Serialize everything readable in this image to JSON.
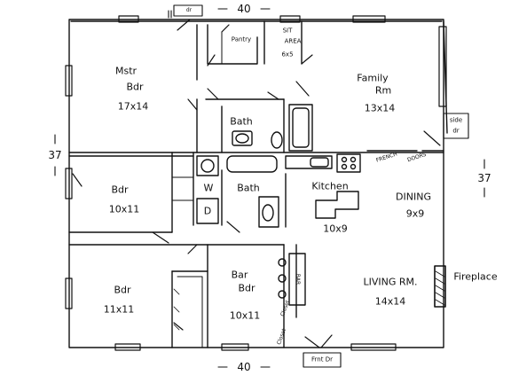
{
  "dimensions": {
    "top": "40",
    "bottom": "40",
    "left": "37",
    "right": "37"
  },
  "rooms": {
    "master_bedroom": {
      "name_line1": "Mstr",
      "name_line2": "Bdr",
      "size": "17x14"
    },
    "pantry": {
      "name": "Pantry"
    },
    "sit_area": {
      "name_line1": "SIT",
      "name_line2": "AREA",
      "size": "6x5"
    },
    "family_room": {
      "name_line1": "Family",
      "name_line2": "Rm",
      "size": "13x14"
    },
    "bath_upper": {
      "name": "Bath"
    },
    "bath_lower": {
      "name": "Bath"
    },
    "bedroom_west": {
      "name": "Bdr",
      "size": "10x11"
    },
    "kitchen": {
      "name": "Kitchen",
      "size": "10x9"
    },
    "dining": {
      "name": "DINING",
      "size": "9x9"
    },
    "bar_bedroom": {
      "name_line1": "Bar",
      "name_line2": "Bdr",
      "size": "10x11"
    },
    "bedroom_sw": {
      "name": "Bdr",
      "size": "11x11"
    },
    "living_room": {
      "name": "LIVING RM.",
      "size": "14x14"
    }
  },
  "fixtures": {
    "washer": "W",
    "dryer": "D",
    "bar": "BAR",
    "fireplace": "Fireplace",
    "front_door": "Frnt Dr",
    "side_door": {
      "line1": "side",
      "line2": "dr"
    },
    "top_door": "dr",
    "french_doors_1": "FRENCH",
    "french_doors_2": "DOORS",
    "closet_1": "Closet",
    "closet_2": "Closet"
  }
}
